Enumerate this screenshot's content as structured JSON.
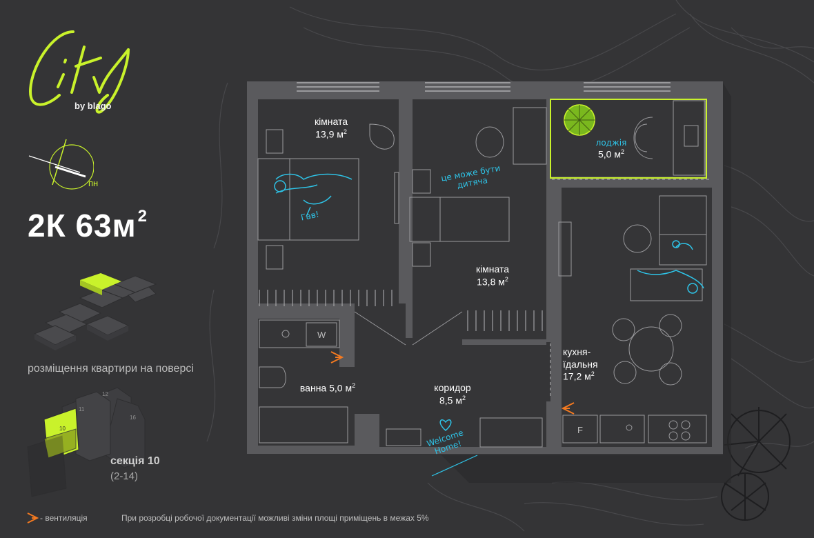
{
  "branding": {
    "logo_text": "City",
    "logo_sub": "by blago"
  },
  "compass": {
    "north_label": "пн"
  },
  "apartment": {
    "title": "2К 63м",
    "title_sup": "2"
  },
  "floor_location": {
    "caption": "розміщення квартири на поверсі"
  },
  "sections": {
    "numbers": [
      "10",
      "11",
      "12",
      "16"
    ],
    "selected": "10",
    "label": "секція 10",
    "range": "(2-14)"
  },
  "rooms": [
    {
      "name": "кімната",
      "area": "13,9 м",
      "sup": "2"
    },
    {
      "name": "кімната",
      "area": "13,8 м",
      "sup": "2"
    },
    {
      "name": "лоджія",
      "area": "5,0 м",
      "sup": "2"
    },
    {
      "name": "кухня-",
      "name2": "їдальня",
      "area": "17,2 м",
      "sup": "2"
    },
    {
      "name": "ванна 5,0 м",
      "sup": "2"
    },
    {
      "name": "коридор",
      "area": "8,5 м",
      "sup": "2"
    }
  ],
  "notes": {
    "dog_bark": "Гав!",
    "kids_line1": "це може бути",
    "kids_line2": "дитяча",
    "welcome1": "Welcome",
    "welcome2": "Home!"
  },
  "appliances": {
    "washer": "W",
    "fridge": "F"
  },
  "legend": {
    "vent": "- вентиляція",
    "disclaimer": "При розробці робочої документації можливі зміни площі приміщень в межах 5%"
  },
  "colors": {
    "accent": "#c9f22b",
    "sketch": "#2ec4e8",
    "vent": "#f47a20",
    "wall": "#5b5b5e",
    "floor": "#343436"
  }
}
